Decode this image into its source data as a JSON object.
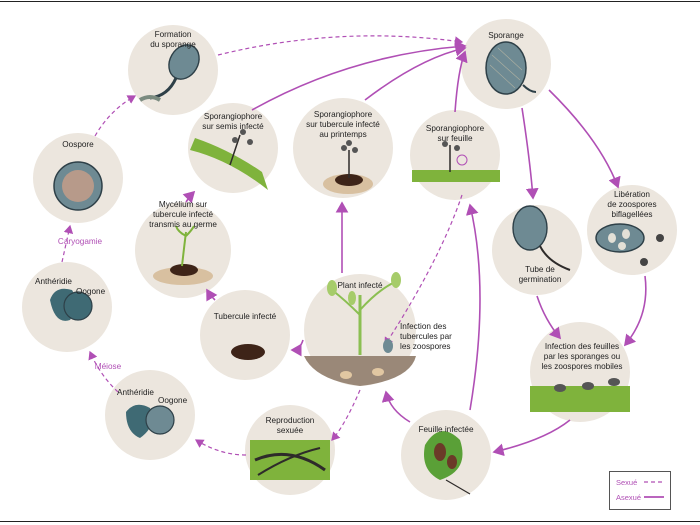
{
  "nodes": {
    "formation": "Formation\ndu sporange",
    "sporange": "Sporange",
    "oospore": "Oospore",
    "semis": "Sporangiophore\nsur semis infecté",
    "printemps": "Sporangiophore\nsur tubercule infecté\nau printemps",
    "feuille": "Sporangiophore\nsur feuille",
    "liberation": "Libération\nde zoospores\nbiflagellées",
    "mycelium": "Mycélium sur\ntubercule infecté\ntransmis au germe",
    "tube": "Tube de\ngermination",
    "plant": "Plant infecté",
    "infection_tub": "Infection des\ntubercules par\nles zoospores",
    "tubercule": "Tubercule infecté",
    "infection_feuilles": "Infection des feuilles\npar les sporanges ou\nles zoospores mobiles",
    "reproduction": "Reproduction\nsexuée",
    "feuille_inf": "Feuille infectée",
    "antheridie1": "Anthéridie",
    "oogone1": "Oogone",
    "antheridie2": "Anthéridie",
    "oogone2": "Oogone"
  },
  "stages": {
    "caryogamie": "Caryogamie",
    "meiose": "Méiose"
  },
  "legend": {
    "sexue": "Sexué",
    "asexue": "Asexué"
  },
  "colors": {
    "purple": "#b04fb5",
    "circle": "#ece6de",
    "leaf": "#7fb33c",
    "brown": "#5a3a28"
  }
}
